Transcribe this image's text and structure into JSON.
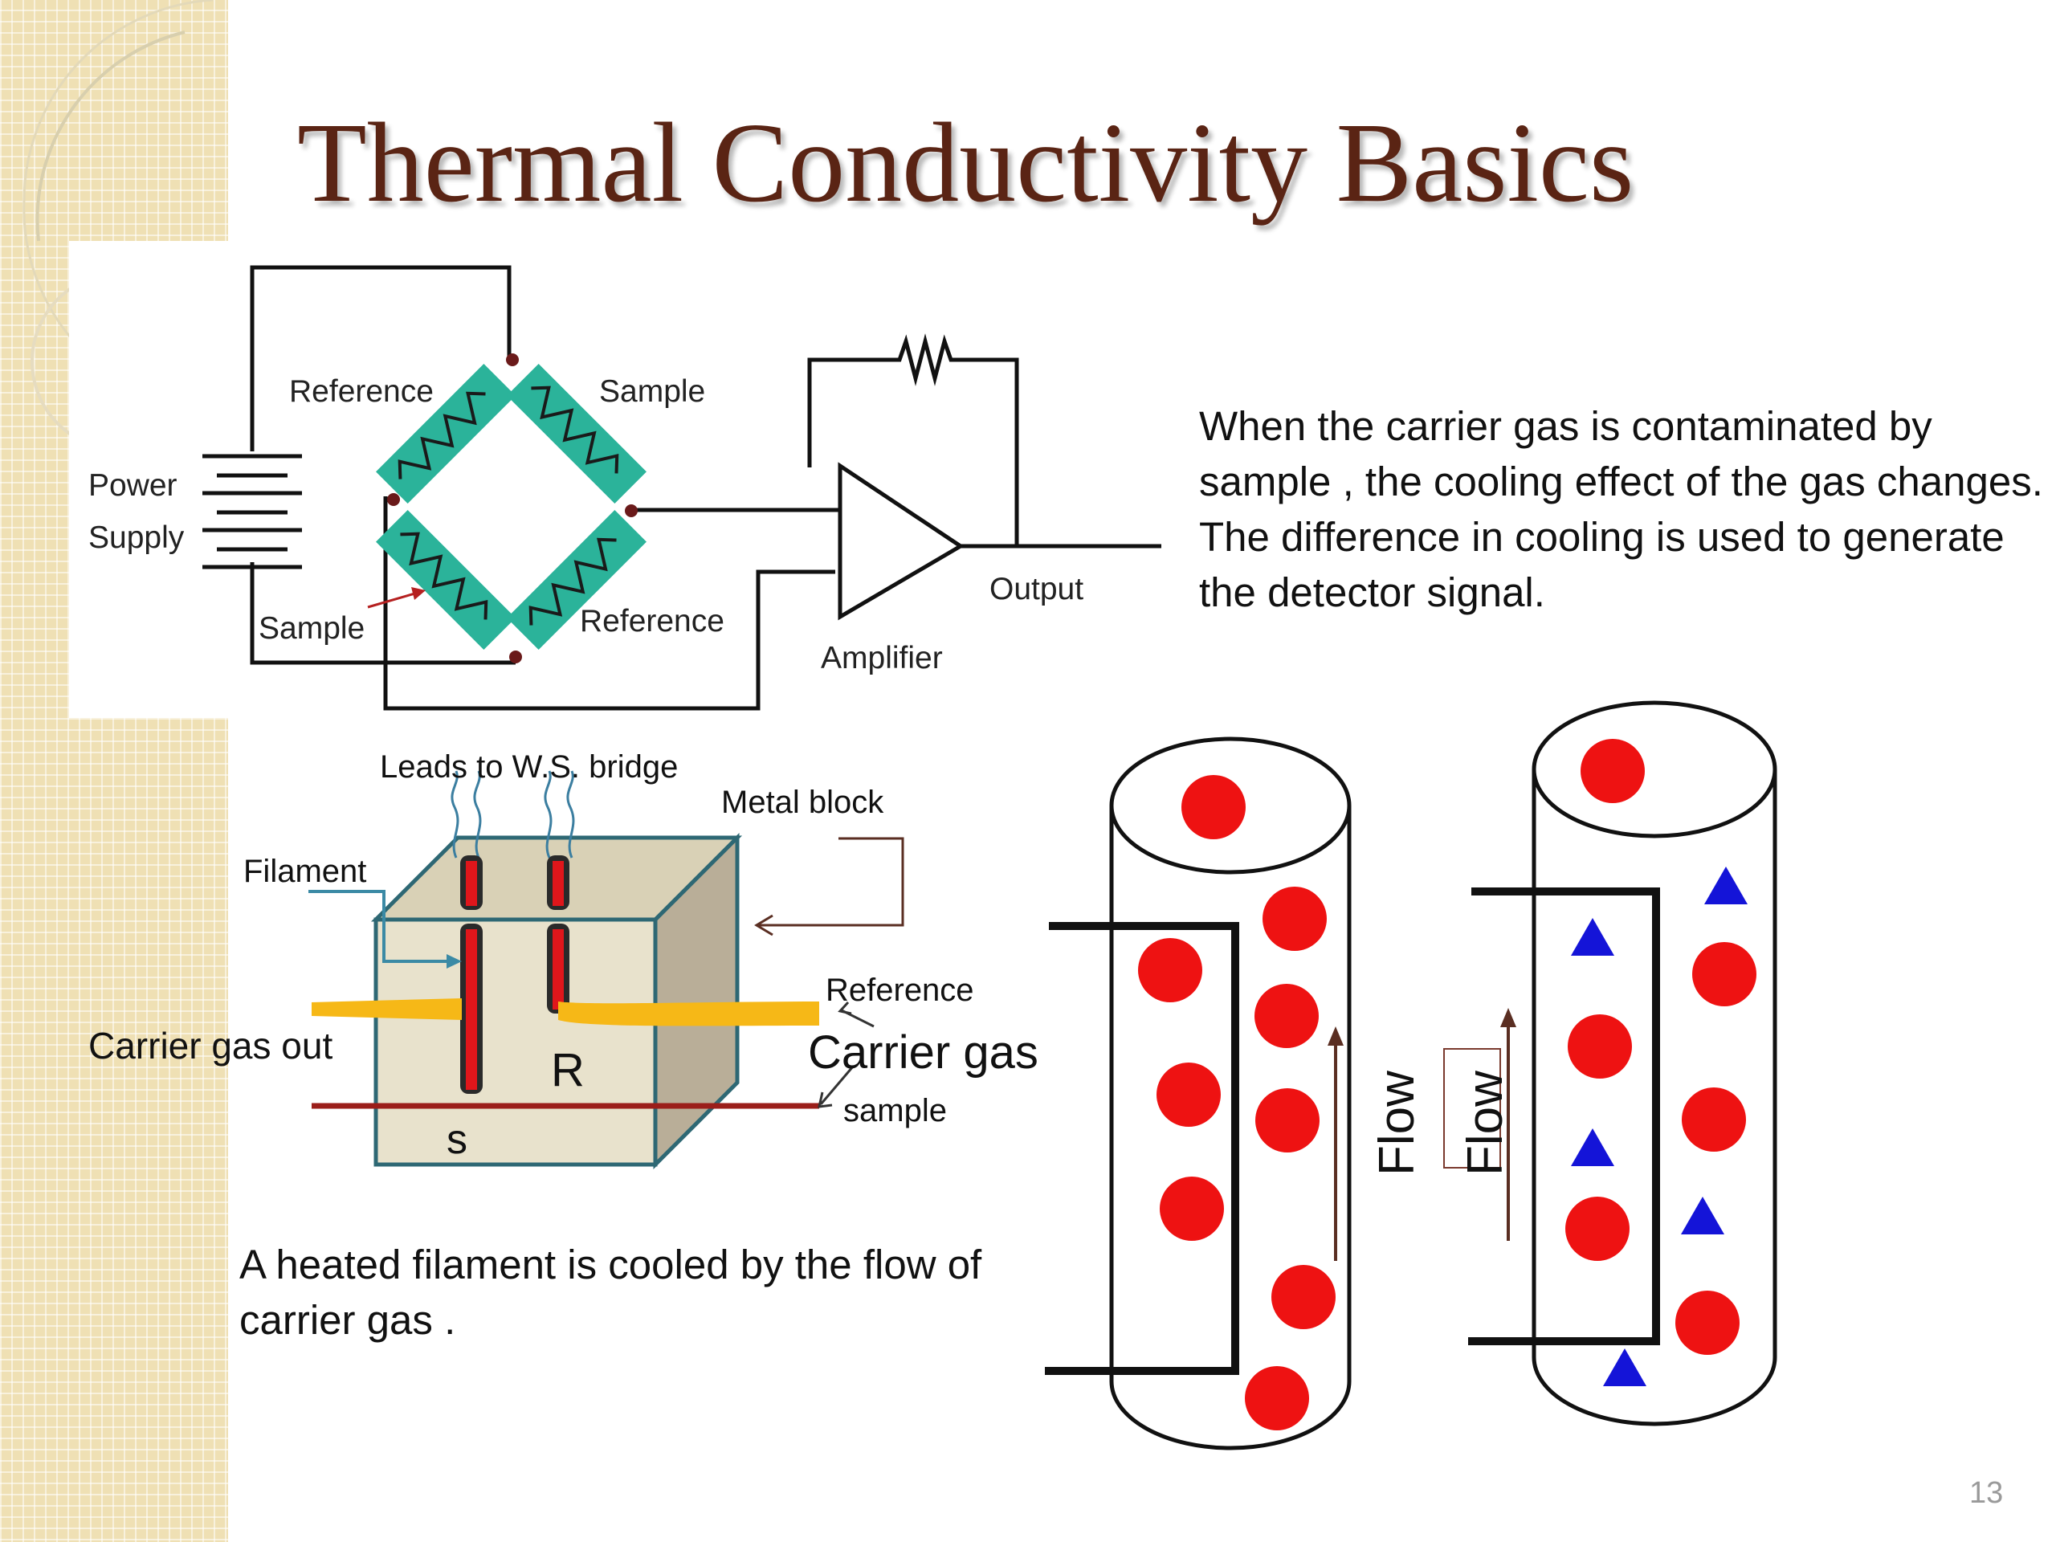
{
  "slide": {
    "title": "Thermal Conductivity Basics",
    "page_number": "13",
    "colors": {
      "title": "#5a2414",
      "sidebar": "#efe0b4",
      "resistor": "#2bb39a",
      "filament": "#e0161b",
      "tube": "#f6b817",
      "sample_line": "#9b1e1a",
      "molecule": "#ee1212",
      "contaminant": "#1414d8"
    }
  },
  "circuit": {
    "power_supply_line1": "Power",
    "power_supply_line2": "Supply",
    "reference_top": "Reference",
    "sample_top": "Sample",
    "sample_bottom": "Sample",
    "reference_bottom": "Reference",
    "amplifier": "Amplifier",
    "output": "Output"
  },
  "detector": {
    "leads_label": "Leads to W.S. bridge",
    "metal_block_label": "Metal block",
    "filament_label": "Filament",
    "reference_label": "Reference",
    "carrier_gas_label": "Carrier gas",
    "sample_label": "sample",
    "carrier_gas_out_label": "Carrier gas out",
    "r_label": "R",
    "s_label": "s"
  },
  "flow": {
    "flow_label_left": "Flow",
    "flow_label_right": "Flow"
  },
  "text": {
    "top_paragraph": "When the carrier gas is contaminated by sample , the cooling effect of the gas changes. The difference in cooling is used to generate the detector signal.",
    "bottom_paragraph": "A heated filament is cooled by the flow of carrier gas        ."
  }
}
